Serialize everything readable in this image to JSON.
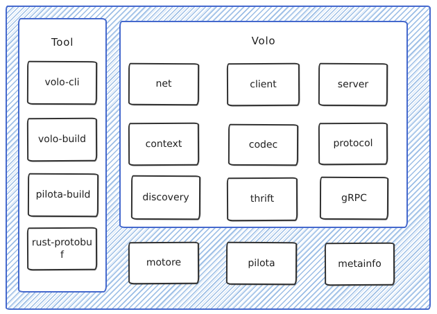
{
  "colors": {
    "frame_border": "#4468cd",
    "hatch_line": "#a8c6e8",
    "node_border": "#313131",
    "text": "#1d1d1d",
    "panel_background": "#ffffff"
  },
  "tool_panel": {
    "title": "Tool",
    "items": [
      "volo-cli",
      "volo-build",
      "pilota-build",
      "rust-protobuf"
    ]
  },
  "volo_panel": {
    "title": "Volo",
    "items": [
      "net",
      "client",
      "server",
      "context",
      "codec",
      "protocol",
      "discovery",
      "thrift",
      "gRPC"
    ]
  },
  "standalone_nodes": [
    "motore",
    "pilota",
    "metainfo"
  ]
}
